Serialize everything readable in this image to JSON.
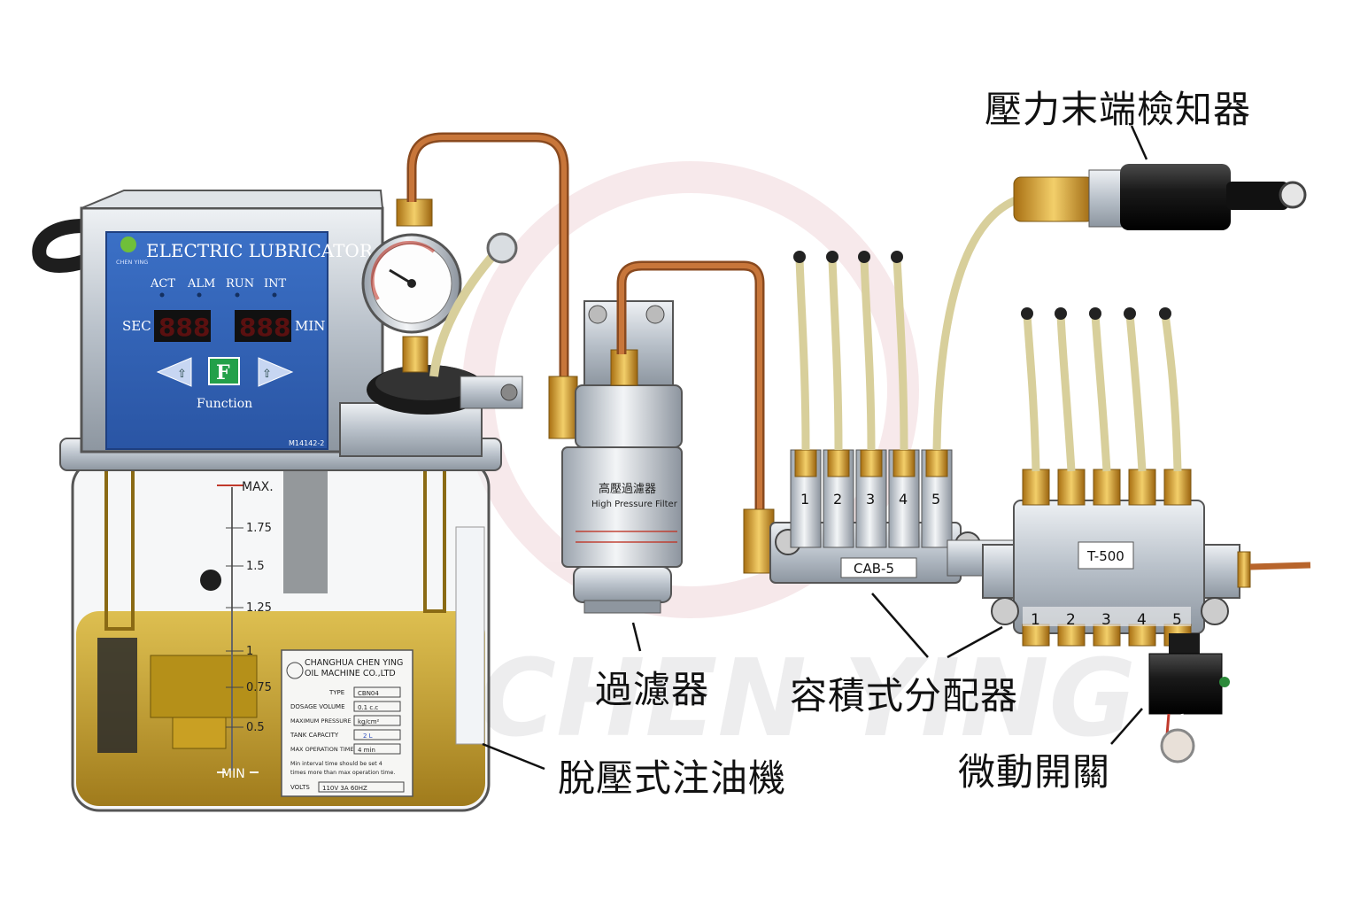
{
  "labels": {
    "pressure_end_detector": "壓力末端檢知器",
    "filter": "過濾器",
    "distributor": "容積式分配器",
    "micro_switch": "微動開關",
    "lubricator": "脫壓式注油機"
  },
  "watermark": "CHEN YING",
  "panel": {
    "brand": "CHEN YING",
    "title": "ELECTRIC LUBRICATOR",
    "indicators": [
      "ACT",
      "ALM",
      "RUN",
      "INT"
    ],
    "sec_label": "SEC",
    "min_label": "MIN",
    "sec_display": "888",
    "min_display": "888",
    "function_key": "F",
    "function_label": "Function",
    "model_code": "M14142-2"
  },
  "tank": {
    "level_max": "MAX.",
    "scale_marks": [
      "1.75",
      "1.5",
      "1.25",
      "1",
      "0.75",
      "0.5"
    ],
    "level_min": "MIN"
  },
  "nameplate": {
    "company_line1": "CHANGHUA CHEN YING",
    "company_line2": "OIL MACHINE CO.,LTD",
    "rows": [
      {
        "label": "TYPE",
        "value": "CBN04"
      },
      {
        "label": "DOSAGE VOLUME",
        "value": "0.1 c.c"
      },
      {
        "label": "MAXIMUM PRESSURE",
        "value": "kg/cm²"
      },
      {
        "label": "TANK CAPACITY",
        "value": "2 L"
      },
      {
        "label": "MAX OPERATION TIME",
        "value": "4 min"
      }
    ],
    "note_line1": "Min interval time should be set 4",
    "note_line2": "times more than max operation time.",
    "volt_label": "VOLTS",
    "volt_value": "110V 3A 60HZ"
  },
  "filter_unit": {
    "title": "高壓過濾器",
    "subtitle": "High Pressure Filter"
  },
  "distributor_cab": {
    "tag": "CAB-5",
    "ports": [
      "1",
      "2",
      "3",
      "4",
      "5"
    ]
  },
  "distributor_t": {
    "tag": "T-500",
    "ports": [
      "1",
      "2",
      "3",
      "4",
      "5"
    ]
  },
  "colors": {
    "panel_blue": "#2f62b8",
    "copper": "#b8652c",
    "brass": "#d9a23a",
    "oil": "#c9a21e",
    "tube": "#e8dfb6",
    "steel": "#c9cfd6"
  }
}
